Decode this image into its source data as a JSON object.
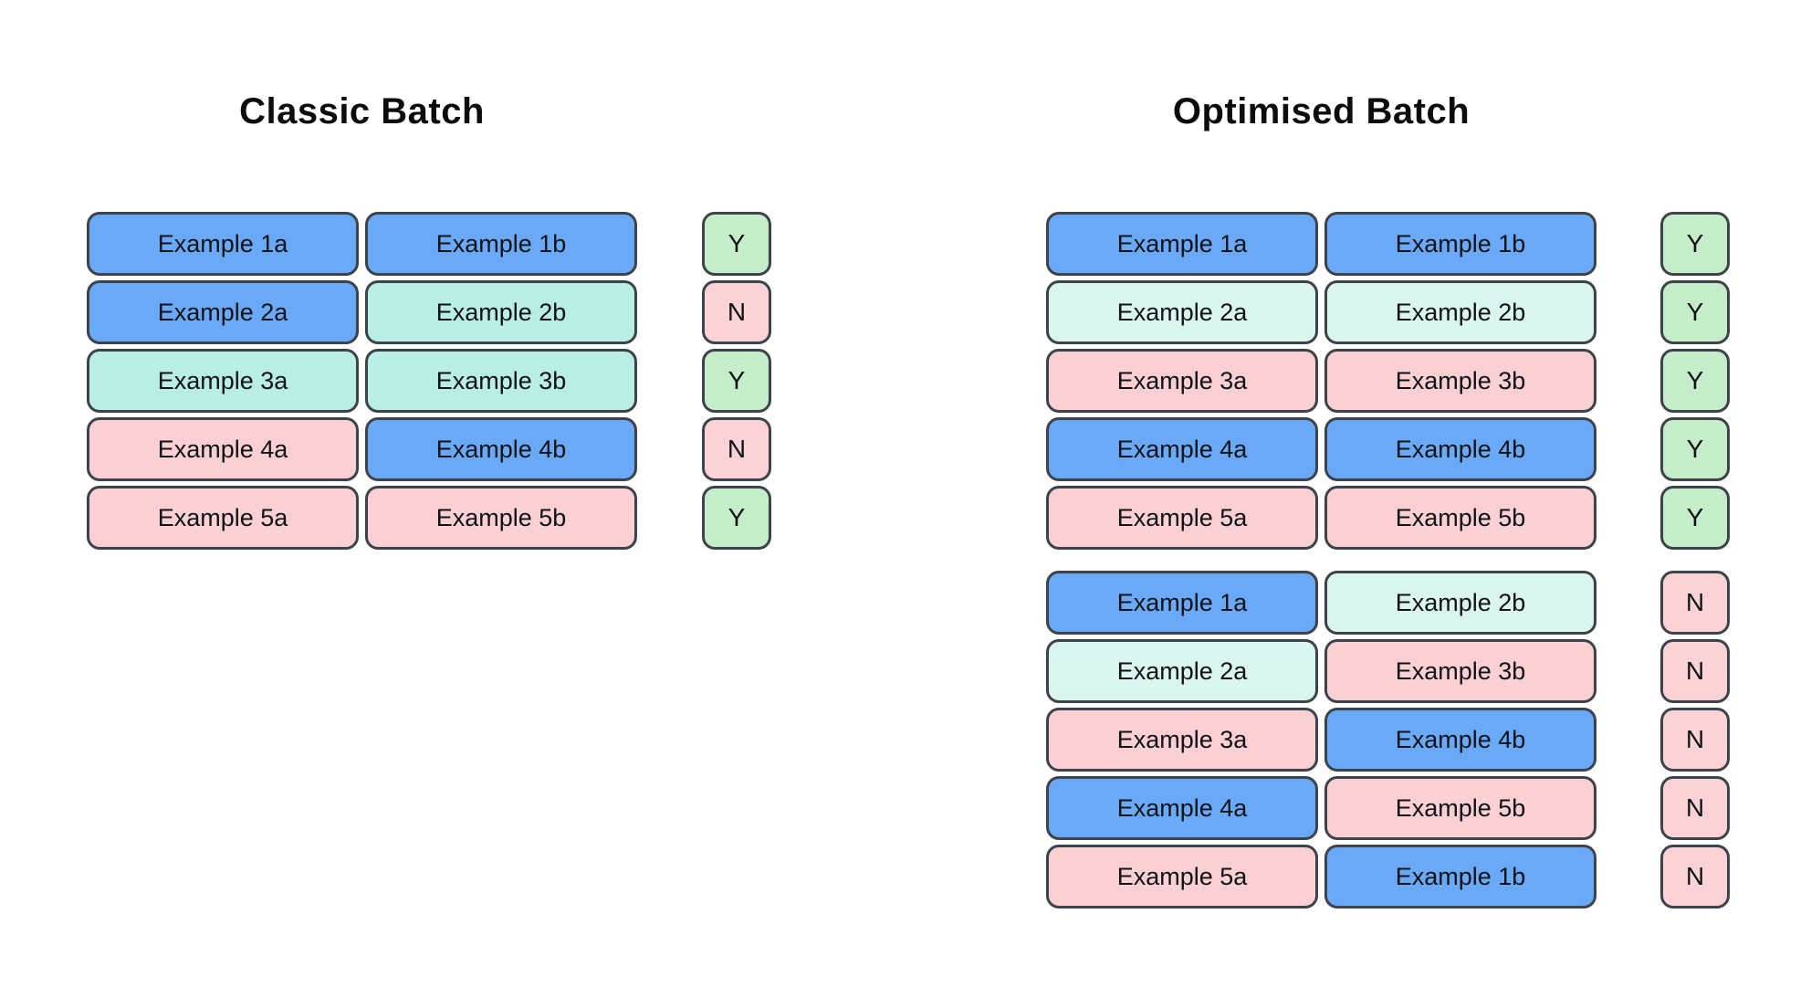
{
  "colors": {
    "blue": "#6aa9f7",
    "teal": "#b8eee3",
    "mint": "#daf4ee",
    "pink": "#fbd0d4",
    "green": "#c6edc9",
    "red": "#fbd3d7",
    "border": "#3d434b"
  },
  "classic": {
    "title": "Classic Batch",
    "rows": [
      {
        "a": "Example 1a",
        "a_color": "blue",
        "b": "Example 1b",
        "b_color": "blue",
        "verdict": "Y",
        "verdict_color": "green"
      },
      {
        "a": "Example 2a",
        "a_color": "blue",
        "b": "Example 2b",
        "b_color": "teal",
        "verdict": "N",
        "verdict_color": "red"
      },
      {
        "a": "Example 3a",
        "a_color": "teal",
        "b": "Example 3b",
        "b_color": "teal",
        "verdict": "Y",
        "verdict_color": "green"
      },
      {
        "a": "Example 4a",
        "a_color": "pink",
        "b": "Example 4b",
        "b_color": "blue",
        "verdict": "N",
        "verdict_color": "red"
      },
      {
        "a": "Example 5a",
        "a_color": "pink",
        "b": "Example 5b",
        "b_color": "pink",
        "verdict": "Y",
        "verdict_color": "green"
      }
    ]
  },
  "optimised": {
    "title": "Optimised Batch",
    "top_rows": [
      {
        "a": "Example 1a",
        "a_color": "blue",
        "b": "Example 1b",
        "b_color": "blue",
        "verdict": "Y",
        "verdict_color": "green"
      },
      {
        "a": "Example 2a",
        "a_color": "mint",
        "b": "Example 2b",
        "b_color": "mint",
        "verdict": "Y",
        "verdict_color": "green"
      },
      {
        "a": "Example 3a",
        "a_color": "pink",
        "b": "Example 3b",
        "b_color": "pink",
        "verdict": "Y",
        "verdict_color": "green"
      },
      {
        "a": "Example 4a",
        "a_color": "blue",
        "b": "Example 4b",
        "b_color": "blue",
        "verdict": "Y",
        "verdict_color": "green"
      },
      {
        "a": "Example 5a",
        "a_color": "pink",
        "b": "Example 5b",
        "b_color": "pink",
        "verdict": "Y",
        "verdict_color": "green"
      }
    ],
    "bottom_rows": [
      {
        "a": "Example 1a",
        "a_color": "blue",
        "b": "Example 2b",
        "b_color": "mint",
        "verdict": "N",
        "verdict_color": "red"
      },
      {
        "a": "Example 2a",
        "a_color": "mint",
        "b": "Example 3b",
        "b_color": "pink",
        "verdict": "N",
        "verdict_color": "red"
      },
      {
        "a": "Example 3a",
        "a_color": "pink",
        "b": "Example 4b",
        "b_color": "blue",
        "verdict": "N",
        "verdict_color": "red"
      },
      {
        "a": "Example 4a",
        "a_color": "blue",
        "b": "Example 5b",
        "b_color": "pink",
        "verdict": "N",
        "verdict_color": "red"
      },
      {
        "a": "Example 5a",
        "a_color": "pink",
        "b": "Example 1b",
        "b_color": "blue",
        "verdict": "N",
        "verdict_color": "red"
      }
    ]
  }
}
